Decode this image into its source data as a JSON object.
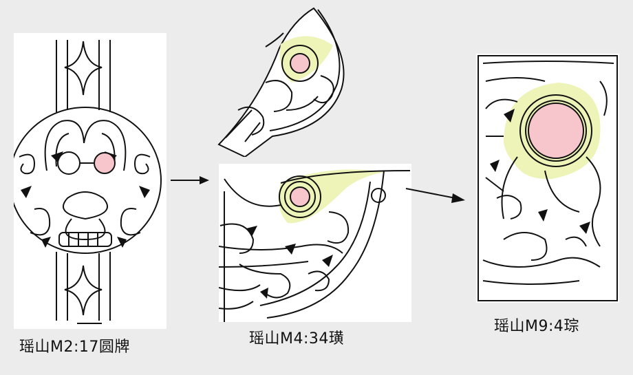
{
  "captions": {
    "left": "瑶山M2:17圆牌",
    "middle": "瑶山M4:34璜",
    "right": "瑶山M9:4琮"
  },
  "colors": {
    "background": "#ececec",
    "panel": "#ffffff",
    "line": "#111111",
    "eye_highlight_pink": "#f7c6cc",
    "halo_yellow": "#eef3b8"
  },
  "icons": {
    "arrow1": "right-arrow-icon",
    "arrow2": "right-arrow-icon"
  }
}
